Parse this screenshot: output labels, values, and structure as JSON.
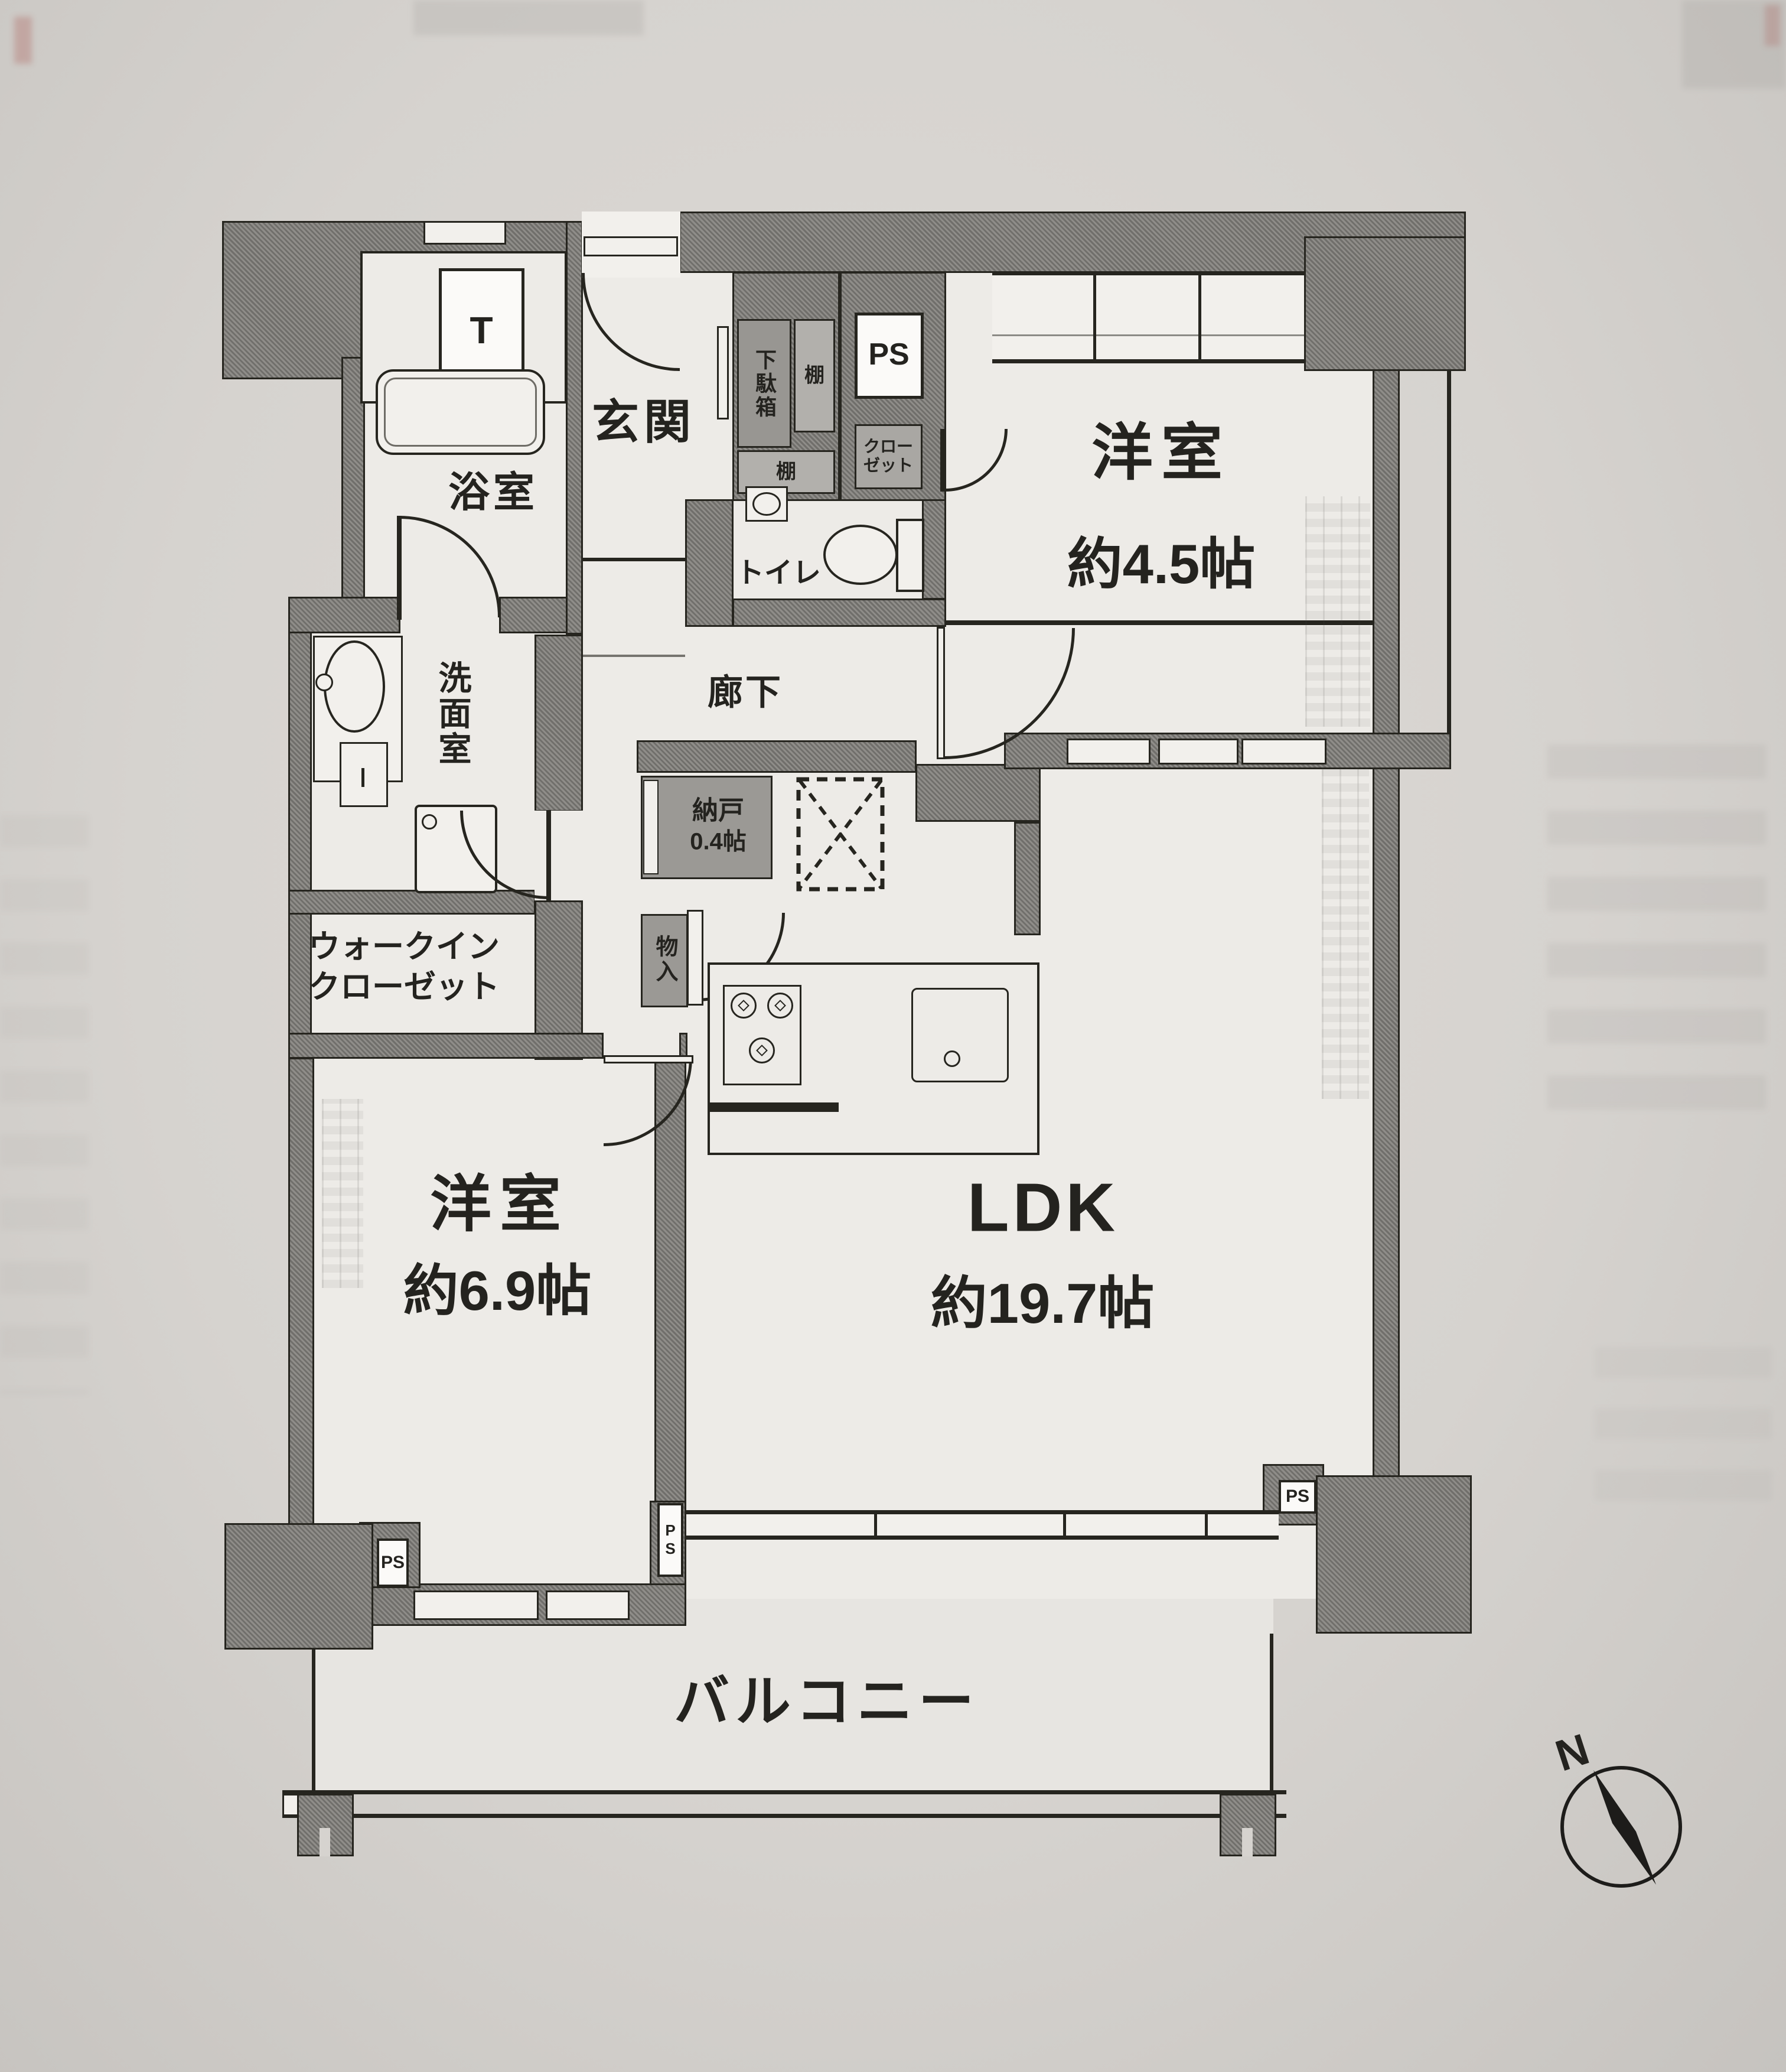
{
  "colors": {
    "paper": "#d6d3cf",
    "wall_gray": "#82807c",
    "floor_white": "#edebe7",
    "line_black": "#26251f",
    "service_gray": "#9b9995"
  },
  "plan": {
    "type": "japanese-apartment-floor-plan",
    "rooms": {
      "entrance": {
        "label": "玄関"
      },
      "hallway": {
        "label": "廊下"
      },
      "bathroom": {
        "label": "浴室"
      },
      "washroom": {
        "label": "洗面室"
      },
      "toilet": {
        "label": "トイレ"
      },
      "bedroom1": {
        "label": "洋室",
        "size": "約4.5帖"
      },
      "bedroom2": {
        "label": "洋室",
        "size": "約6.9帖"
      },
      "ldk": {
        "label": "LDK",
        "size": "約19.7帖"
      },
      "walk_in_closet": {
        "line1": "ウォークイン",
        "line2": "クローゼット"
      },
      "nando": {
        "label": "納戸",
        "size": "0.4帖"
      },
      "monoire": {
        "label": "物入"
      },
      "balcony": {
        "label": "バルコニー"
      },
      "closet": {
        "line1": "クロー",
        "line2": "ゼット"
      },
      "shoe_box": {
        "label": "下駄箱"
      },
      "shelf_upper": {
        "label": "棚"
      },
      "shelf_lower": {
        "label": "棚"
      }
    },
    "pipe_spaces": {
      "ps_entrance": "PS",
      "ps_left": "PS",
      "ps_middle": "PS",
      "ps_right": "PS"
    },
    "meter_box": {
      "label": "T"
    },
    "compass": {
      "label": "N"
    }
  }
}
